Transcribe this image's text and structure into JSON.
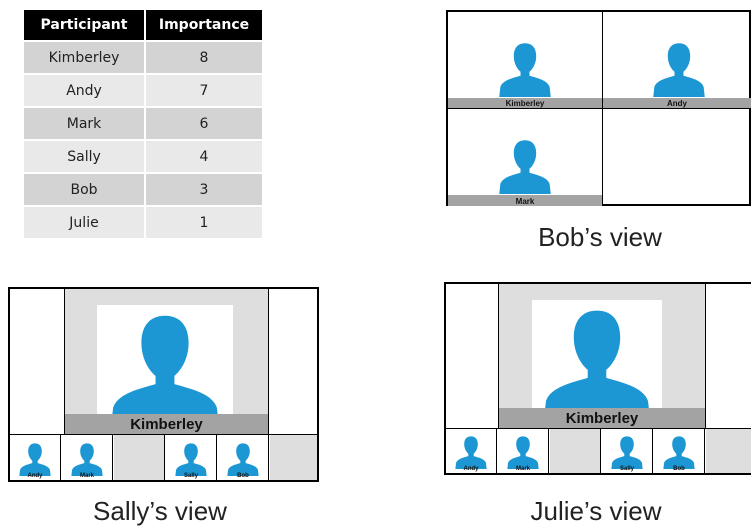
{
  "table": {
    "headers": [
      "Participant",
      "Importance"
    ],
    "rows": [
      {
        "name": "Kimberley",
        "importance": "8"
      },
      {
        "name": "Andy",
        "importance": "7"
      },
      {
        "name": "Mark",
        "importance": "6"
      },
      {
        "name": "Sally",
        "importance": "4"
      },
      {
        "name": "Bob",
        "importance": "3"
      },
      {
        "name": "Julie",
        "importance": "1"
      }
    ]
  },
  "bob_view": {
    "caption": "Bob’s view",
    "tiles": [
      "Kimberley",
      "Andy",
      "Mark"
    ]
  },
  "sally_view": {
    "caption": "Sally’s view",
    "main": "Kimberley",
    "thumbs": [
      "Andy",
      "Mark",
      "Sally",
      "Bob"
    ]
  },
  "julie_view": {
    "caption": "Julie’s view",
    "main": "Kimberley",
    "thumbs": [
      "Andy",
      "Mark",
      "Sally",
      "Bob"
    ]
  },
  "colors": {
    "avatar": "#1c97d4",
    "bar": "#a3a3a3",
    "panel": "#dedede"
  },
  "icons": [
    "person-avatar-icon"
  ]
}
